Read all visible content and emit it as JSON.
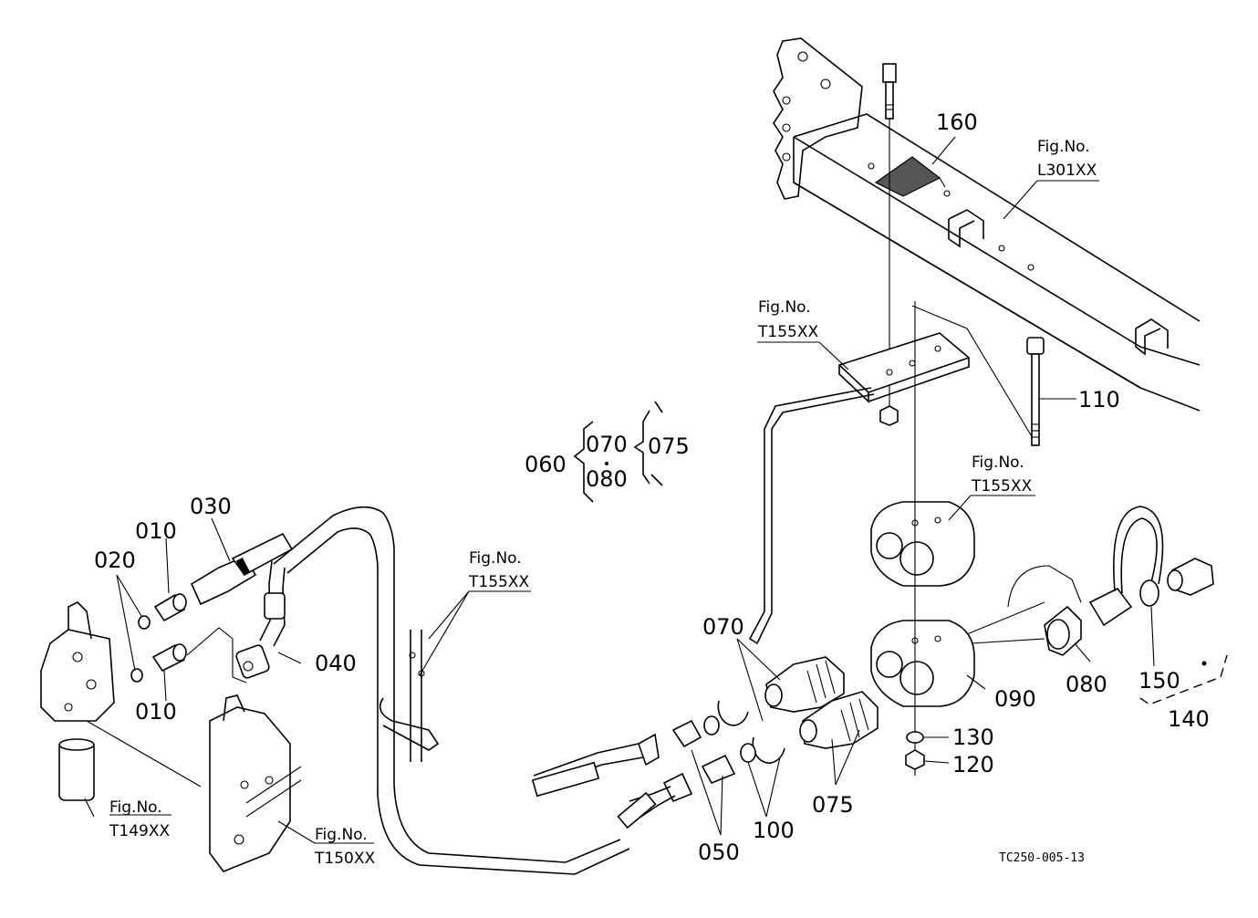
{
  "diagram": {
    "drawing_code": "TC250-005-13",
    "part_numbers": {
      "p010a": "010",
      "p010b": "010",
      "p020": "020",
      "p030": "030",
      "p040": "040",
      "p050": "050",
      "p060": "060",
      "p070a": "070",
      "p070b": "070",
      "p075a": "075",
      "p075b": "075",
      "p080a": "080",
      "p080b": "080",
      "p090": "090",
      "p100": "100",
      "p110": "110",
      "p120": "120",
      "p130": "130",
      "p140": "140",
      "p150": "150",
      "p160": "160"
    },
    "fig_refs": {
      "label": "Fig.No.",
      "l301": "L301XX",
      "t155_a": "T155XX",
      "t155_b": "T155XX",
      "t155_c": "T155XX",
      "t149": "T149XX",
      "t150": "T150XX"
    }
  }
}
